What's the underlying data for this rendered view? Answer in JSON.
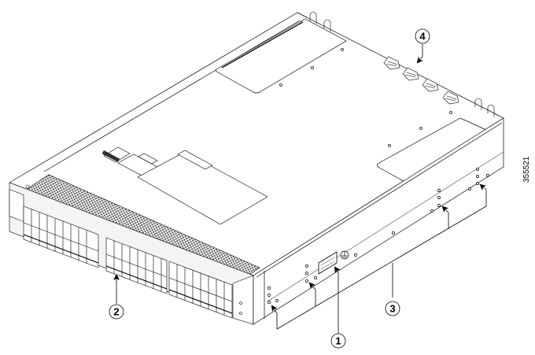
{
  "diagram": {
    "type": "hardware-installation-illustration",
    "subject": "1RU network switch chassis, isometric line drawing",
    "figure_id": "355521",
    "colors": {
      "line": "#000000",
      "background": "#ffffff",
      "vent_fill": "#6a6a6a"
    },
    "callouts": [
      {
        "number": "1",
        "target": "label-on-side-panel"
      },
      {
        "number": "2",
        "target": "front-panel-ports"
      },
      {
        "number": "3",
        "target": "side-mounting-screw-holes"
      },
      {
        "number": "4",
        "target": "rear-fan-modules"
      }
    ]
  }
}
